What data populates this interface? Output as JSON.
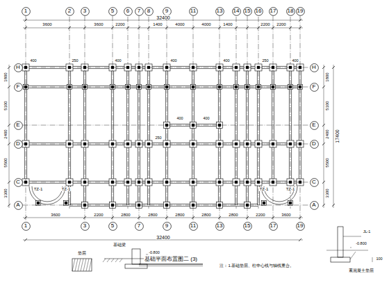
{
  "diagram": {
    "title": "基础平面布置图二 (3)",
    "nodes": [
      {
        "text": [
          "1"
        ]
      },
      {
        "text": [
          "2"
        ]
      },
      {
        "text": [
          "3"
        ]
      },
      {
        "text": [
          "5"
        ]
      },
      {
        "text": [
          "6"
        ]
      },
      {
        "text": [
          "7"
        ]
      },
      {
        "text": [
          "8"
        ]
      },
      {
        "text": [
          "9"
        ]
      },
      {
        "text": [
          "11"
        ]
      },
      {
        "text": [
          "13"
        ]
      },
      {
        "text": [
          "14"
        ]
      },
      {
        "text": [
          "15"
        ]
      },
      {
        "text": [
          "16"
        ]
      },
      {
        "text": [
          "17"
        ]
      },
      {
        "text": [
          "18"
        ]
      },
      {
        "text": [
          "19"
        ]
      },
      {
        "text": [
          "1"
        ]
      },
      {
        "text": [
          "3"
        ]
      },
      {
        "text": [
          "5"
        ]
      },
      {
        "text": [
          "7"
        ]
      },
      {
        "text": [
          "9"
        ]
      },
      {
        "text": [
          "11"
        ]
      },
      {
        "text": [
          "13"
        ]
      },
      {
        "text": [
          "15"
        ]
      },
      {
        "text": [
          "17"
        ]
      },
      {
        "text": [
          "19"
        ]
      },
      {
        "text": [
          "H"
        ]
      },
      {
        "text": [
          "F"
        ]
      },
      {
        "text": [
          "E"
        ]
      },
      {
        "text": [
          "D"
        ]
      },
      {
        "text": [
          "C"
        ]
      },
      {
        "text": [
          "A"
        ]
      },
      {
        "text": [
          "H"
        ]
      },
      {
        "text": [
          "F"
        ]
      },
      {
        "text": [
          "E"
        ]
      },
      {
        "text": [
          "D"
        ]
      },
      {
        "text": [
          "C"
        ]
      },
      {
        "text": [
          "A"
        ]
      }
    ],
    "edges": [
      {
        "from": 0,
        "to": 16,
        "arrow": "none"
      },
      {
        "from": 2,
        "to": 17,
        "arrow": "none"
      },
      {
        "from": 3,
        "to": 18,
        "arrow": "none"
      },
      {
        "from": 5,
        "to": 19,
        "arrow": "none"
      },
      {
        "from": 7,
        "to": 20,
        "arrow": "none"
      },
      {
        "from": 8,
        "to": 21,
        "arrow": "none"
      },
      {
        "from": 9,
        "to": 22,
        "arrow": "none"
      },
      {
        "from": 11,
        "to": 23,
        "arrow": "none"
      },
      {
        "from": 13,
        "to": 24,
        "arrow": "none"
      },
      {
        "from": 15,
        "to": 25,
        "arrow": "none"
      },
      {
        "from": 26,
        "to": 32,
        "arrow": "none"
      },
      {
        "from": 27,
        "to": 33,
        "arrow": "none"
      },
      {
        "from": 28,
        "to": 34,
        "arrow": "none"
      },
      {
        "from": 29,
        "to": 35,
        "arrow": "none"
      },
      {
        "from": 30,
        "to": 36,
        "arrow": "none"
      },
      {
        "from": 31,
        "to": 37,
        "arrow": "none"
      }
    ],
    "labels": [
      "32400",
      "3600",
      "3600",
      "2200",
      "1400",
      "4000",
      "4000",
      "1400",
      "2200",
      "2200",
      "1800",
      "5100",
      "2400",
      "5500",
      "3300",
      "1800",
      "5100",
      "2400",
      "5500",
      "3300",
      "17400",
      "3600",
      "2200",
      "2800",
      "2800",
      "2800",
      "2800",
      "2800",
      "2200",
      "3600",
      "32400",
      "TZ-1",
      "TZ-1",
      "TZ-1",
      "TZ-1",
      "400",
      "250",
      "400",
      "400",
      "400",
      "250",
      "400",
      "400",
      "400",
      "250",
      "注：1.基础垫层、柱中心线与轴线重合。",
      "基础梁",
      "-0.800",
      "垫层",
      "JL-1",
      "-0.800",
      "100",
      "素混凝土垫层"
    ]
  }
}
